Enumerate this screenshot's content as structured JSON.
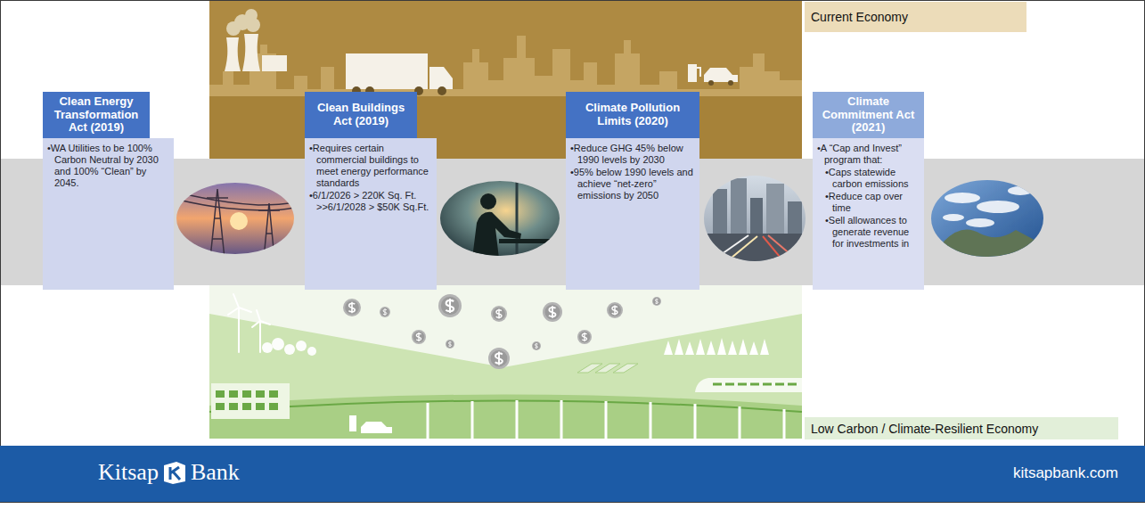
{
  "diagram": {
    "nodes": [
      {
        "text": [
          "Current Economy"
        ]
      },
      {
        "text": [
          "Clean Energy Transformation Act (2019)",
          "•WA Utilities to be 100% Carbon Neutral by 2030 and 100% “Clean” by 2045."
        ]
      },
      {
        "text": [
          "Clean Buildings Act (2019)",
          "•Requires certain commercial buildings to meet energy performance standards",
          "•6/1/2026 > 220K Sq. Ft. >>6/1/2028 > $50K Sq.Ft."
        ]
      },
      {
        "text": [
          "Climate Pollution Limits (2020)",
          "•Reduce GHG 45% below 1990 levels by 2030",
          "•95% below 1990 levels and achieve “net-zero” emissions by 2050"
        ]
      },
      {
        "text": [
          "Climate Commitment Act (2021)",
          "•A “Cap and Invest” program that:",
          "•Caps statewide carbon emissions",
          "•Reduce cap over time",
          "•Sell allowances to generate revenue for investments in"
        ]
      },
      {
        "text": [
          "Low Carbon / Climate-Resilient Economy"
        ]
      },
      {
        "text": [
          "Kitsap",
          "Bank",
          "kitsapbank.com"
        ]
      }
    ]
  }
}
